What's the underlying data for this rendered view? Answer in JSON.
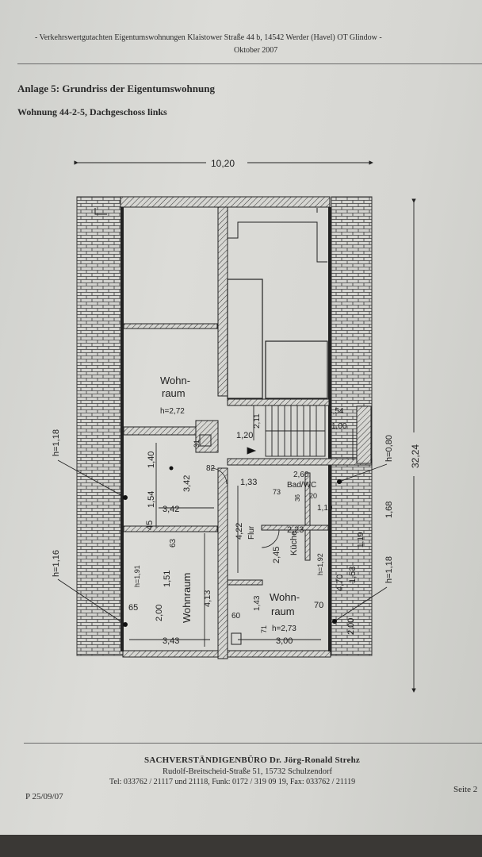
{
  "header": {
    "line1": "- Verkehrswertgutachten Eigentumswohnungen Klaistower Straße 44 b, 14542 Werder (Havel) OT Glindow -",
    "line2": "Oktober 2007"
  },
  "annex_title": "Anlage 5: Grundriss der Eigentumswohnung",
  "unit_title": "Wohnung 44-2-5, Dachgeschoss links",
  "plan": {
    "rooms": {
      "wohnraum_top": {
        "line1": "Wohn-",
        "line2": "raum",
        "height": "h=2,72"
      },
      "wohnraum_left": "Wohnraum",
      "flur": "Flur",
      "kueche": "Küche",
      "bad": "Bad/WC",
      "wohnraum_right": {
        "line1": "Wohn-",
        "line2": "raum",
        "height": "h=2,73"
      }
    },
    "dimensions": {
      "total_width": "10,20",
      "total_length": "32,24",
      "h_118_left": "h=1,18",
      "h_116_left": "h=1,16",
      "h_080_right": "h=0,80",
      "h_118_right": "h=1,18",
      "d_140": "1,40",
      "d_342v": "3,42",
      "d_154": "1,54",
      "d_342h": "3,42",
      "d_45": "45",
      "d_63": "63",
      "d_31": "31",
      "d_82": "82",
      "d_120": "1,20",
      "d_211": "2,11",
      "d_454": "4,54",
      "d_100": "1,00",
      "d_260": "2,60",
      "d_73": "73",
      "d_36": "36",
      "d_20": "20",
      "d_110": "1,10",
      "d_133": "1,33",
      "d_223": "2,23",
      "d_168": "1,68",
      "d_422": "4,22",
      "d_245": "2,45",
      "d_119": "1,19",
      "d_h191": "h=1,91",
      "d_151": "1,51",
      "d_413": "4,13",
      "d_h192": "h=1,92",
      "d_470": "4,70",
      "d_153": "1,53",
      "d_65": "65",
      "d_200l": "2,00",
      "d_60": "60",
      "d_71": "71",
      "d_143": "1,43",
      "d_70": "70",
      "d_200r": "2,00",
      "d_343": "3,43",
      "d_300": "3,00"
    }
  },
  "footer": {
    "office": "SACHVERSTÄNDIGENBÜRO Dr. Jörg-Ronald Strehz",
    "address": "Rudolf-Breitscheid-Straße 51, 15732 Schulzendorf",
    "contact": "Tel: 033762 / 21117 und 21118, Funk: 0172 / 319 09 19, Fax: 033762 / 21119",
    "reference": "P 25/09/07",
    "page": "Seite 2"
  },
  "colors": {
    "ink": "#222222",
    "paper": "#d8d8d4"
  }
}
